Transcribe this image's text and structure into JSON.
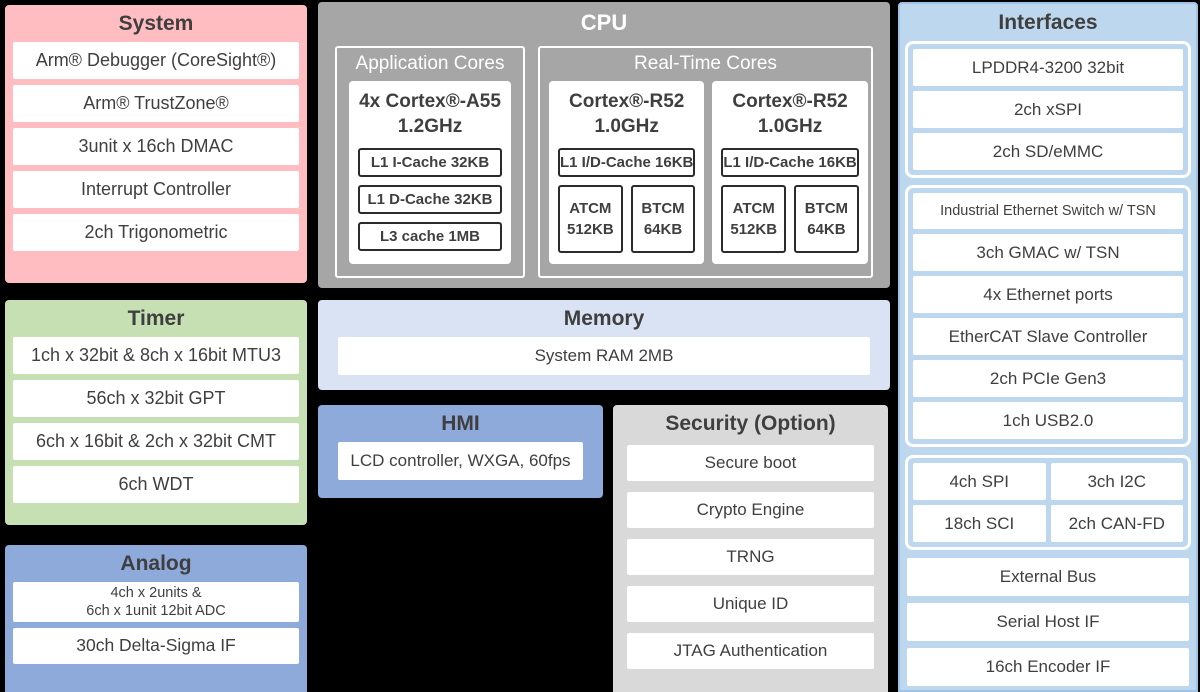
{
  "colors": {
    "background": "#000000",
    "system_pink": "#FFBDC1",
    "timer_green": "#C6E0B4",
    "analog_blue": "#8EAADB",
    "cpu_gray": "#A6A6A6",
    "memory_light_blue": "#DAE3F3",
    "hmi_blue": "#8EAADB",
    "security_gray": "#D9D9D9",
    "interfaces_blue": "#BDD7EE",
    "interfaces_border_blue": "#9DC3E6",
    "text_dark": "#3F3F3F",
    "text_white": "#FFFFFF"
  },
  "system": {
    "title": "System",
    "items": [
      "Arm® Debugger (CoreSight®)",
      "Arm® TrustZone®",
      "3unit x 16ch DMAC",
      "Interrupt Controller",
      "2ch Trigonometric"
    ]
  },
  "timer": {
    "title": "Timer",
    "items": [
      "1ch x 32bit & 8ch x 16bit MTU3",
      "56ch x 32bit GPT",
      "6ch x 16bit & 2ch x 32bit CMT",
      "6ch WDT"
    ]
  },
  "analog": {
    "title": "Analog",
    "items": [
      "4ch x 2units &\n6ch x 1unit 12bit ADC",
      "30ch Delta-Sigma IF"
    ]
  },
  "cpu": {
    "title": "CPU",
    "app": {
      "title": "Application Cores",
      "core_name": "4x Cortex®-A55\n1.2GHz",
      "caches": [
        "L1 I-Cache 32KB",
        "L1 D-Cache 32KB",
        "L3 cache 1MB"
      ]
    },
    "rt": {
      "title": "Real-Time Cores",
      "cores": [
        {
          "core_name": "Cortex®-R52\n1.0GHz",
          "cache": "L1 I/D-Cache 16KB",
          "tcm": [
            "ATCM\n512KB",
            "BTCM\n64KB"
          ]
        },
        {
          "core_name": "Cortex®-R52\n1.0GHz",
          "cache": "L1 I/D-Cache 16KB",
          "tcm": [
            "ATCM\n512KB",
            "BTCM\n64KB"
          ]
        }
      ]
    }
  },
  "memory": {
    "title": "Memory",
    "items": [
      "System RAM 2MB"
    ]
  },
  "hmi": {
    "title": "HMI",
    "items": [
      "LCD controller, WXGA, 60fps"
    ]
  },
  "security": {
    "title": "Security (Option)",
    "items": [
      "Secure boot",
      "Crypto Engine",
      "TRNG",
      "Unique ID",
      "JTAG Authentication"
    ]
  },
  "interfaces": {
    "title": "Interfaces",
    "memory_group": [
      "LPDDR4-3200 32bit",
      "2ch xSPI",
      "2ch SD/eMMC"
    ],
    "network_group": [
      "Industrial Ethernet Switch w/ TSN",
      "3ch GMAC w/ TSN",
      "4x Ethernet ports",
      "EtherCAT Slave Controller",
      "2ch PCIe Gen3",
      "1ch USB2.0"
    ],
    "serial_group": [
      "4ch SPI",
      "3ch I2C",
      "18ch SCI",
      "2ch CAN-FD"
    ],
    "other": [
      "External Bus",
      "Serial Host IF",
      "16ch Encoder IF"
    ]
  }
}
